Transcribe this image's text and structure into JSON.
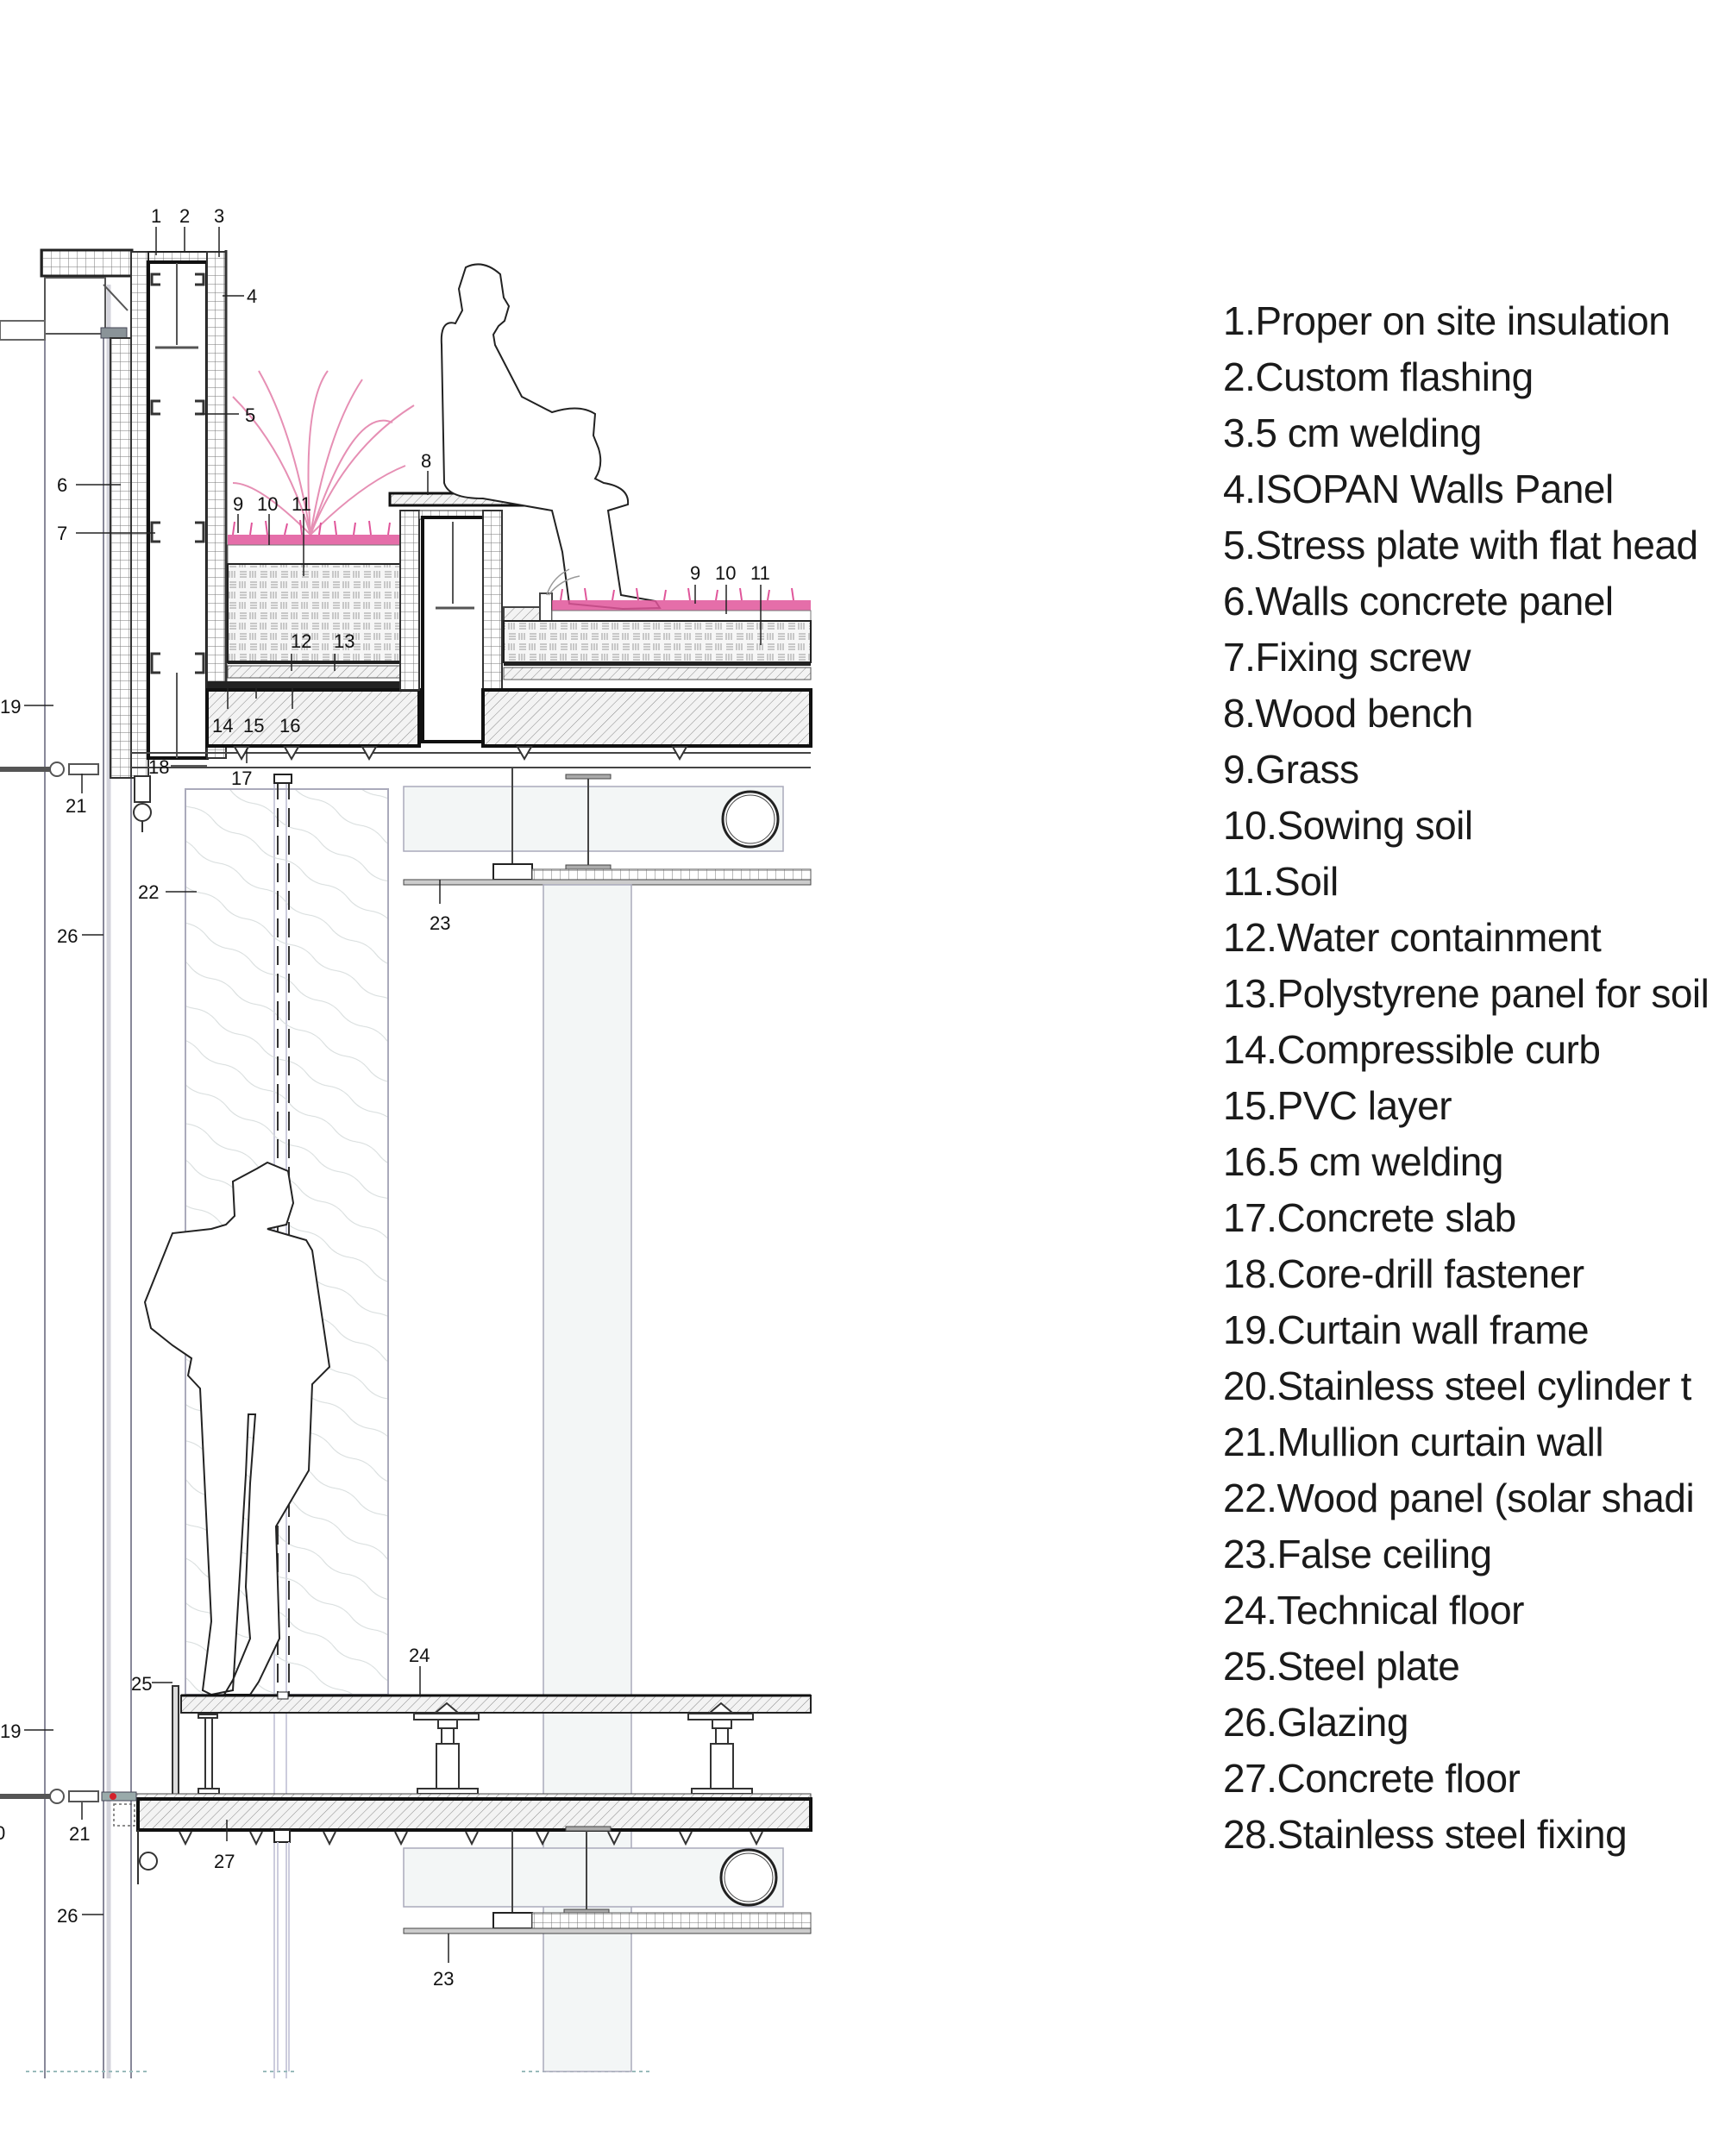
{
  "colors": {
    "line": "#222222",
    "light_line": "#9aa3a6",
    "grass": "#e0559a",
    "plant": "#e68fb4",
    "fill_light": "#eef2f2",
    "fixing_dot": "#d4202a"
  },
  "callouts": {
    "c1": "1",
    "c2": "2",
    "c3": "3",
    "c4": "4",
    "c5": "5",
    "c6": "6",
    "c7": "7",
    "c8": "8",
    "c9a": "9",
    "c10a": "10",
    "c11a": "11",
    "c9b": "9",
    "c10b": "10",
    "c11b": "11",
    "c12": "12",
    "c13": "13",
    "c14": "14",
    "c15": "15",
    "c16": "16",
    "c17": "17",
    "c18": "18",
    "c19a": "19",
    "c19b": "19",
    "c20": "0",
    "c21a": "21",
    "c21b": "21",
    "c22": "22",
    "c23a": "23",
    "c23b": "23",
    "c24": "24",
    "c25": "25",
    "c26a": "26",
    "c26b": "26",
    "c27": "27"
  },
  "legend": [
    "1.Proper on site insulation",
    "2.Custom flashing",
    "3.5 cm welding",
    "4.ISOPAN Walls Panel",
    "5.Stress plate with flat head",
    "6.Walls concrete panel",
    "7.Fixing screw",
    "8.Wood bench",
    "9.Grass",
    "10.Sowing soil",
    "11.Soil",
    "12.Water containment",
    "13.Polystyrene panel for soil",
    "14.Compressible curb",
    "15.PVC layer",
    "16.5 cm welding",
    "17.Concrete slab",
    "18.Core-drill fastener",
    "19.Curtain wall frame",
    "20.Stainless steel cylinder t",
    "21.Mullion curtain wall",
    "22.Wood panel (solar shadi",
    "23.False ceiling",
    "24.Technical floor",
    "25.Steel plate",
    "26.Glazing",
    "27.Concrete floor",
    "28.Stainless steel fixing"
  ]
}
